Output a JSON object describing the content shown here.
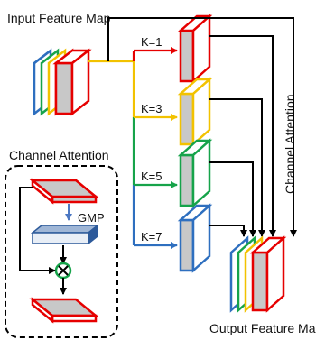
{
  "labels": {
    "input_title": "Input Feature Map",
    "output_title": "Output Feature Map",
    "channel_attention_vertical": "Channel Attention",
    "channel_attention_box_title": "Channel Attention",
    "gmp": "GMP",
    "k1": "K=1",
    "k3": "K=3",
    "k5": "K=5",
    "k7": "K=7"
  },
  "colors": {
    "blue": "#2e6fbf",
    "green": "#16a34a",
    "yellow": "#f2c200",
    "red": "#e60000",
    "gray": "#c8c8c8",
    "navy_bar": "#2d5a9a",
    "gmp_arrow": "#4d78c2",
    "multiply_ring": "#16a34a"
  },
  "icons": {
    "multiply": "circled-x-icon"
  }
}
